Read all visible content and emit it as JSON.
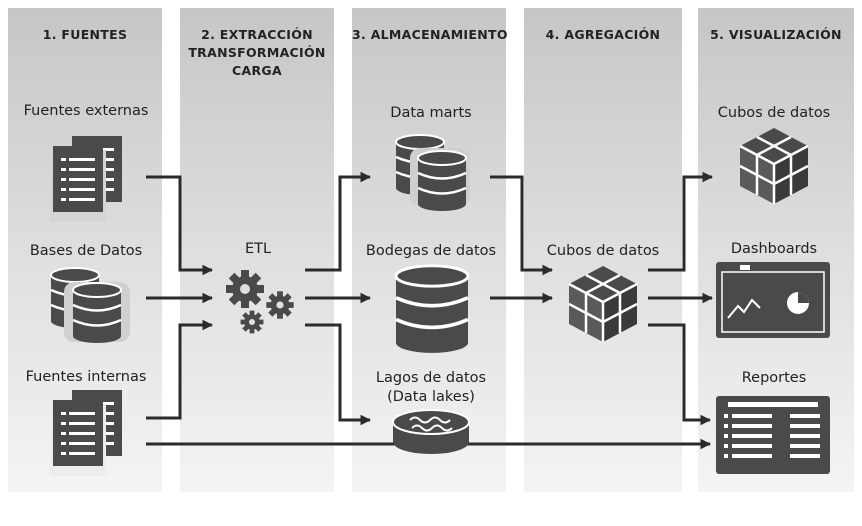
{
  "headers": {
    "col1": "1. FUENTES",
    "col2_line1": "2. EXTRACCIÓN",
    "col2_line2": "TRANSFORMACIÓN",
    "col2_line3": "CARGA",
    "col3": "3. ALMACENAMIENTO",
    "col4": "4. AGREGACIÓN",
    "col5": "5. VISUALIZACIÓN"
  },
  "sources": {
    "external": "Fuentes externas",
    "databases": "Bases de Datos",
    "internal": "Fuentes internas"
  },
  "etl": {
    "label": "ETL"
  },
  "storage": {
    "data_marts": "Data marts",
    "warehouses": "Bodegas de datos",
    "lakes_line1": "Lagos de datos",
    "lakes_line2": "(Data lakes)"
  },
  "aggregation": {
    "cubes": "Cubos de datos"
  },
  "visualization": {
    "cubes": "Cubos de datos",
    "dashboards": "Dashboards",
    "reports": "Reportes"
  },
  "colors": {
    "icon": "#4a4a4a",
    "arrow": "#2b2b2b",
    "column_top": "#c6c6c6",
    "column_bottom": "#f4f4f4"
  }
}
